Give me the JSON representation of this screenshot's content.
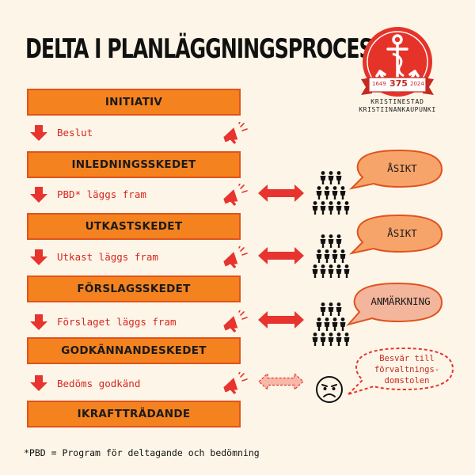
{
  "title": "DELTA I PLANLÄGGNINGSPROCESSEN!",
  "logo": {
    "year_start": "1649",
    "anniversary": "375",
    "year_end": "2024",
    "name_line1": "KRISTINESTAD",
    "name_line2": "KRISTIINANKAUPUNKI"
  },
  "stages": [
    "INITIATIV",
    "INLEDNINGSSKEDET",
    "UTKASTSKEDET",
    "FÖRSLAGSSKEDET",
    "GODKÄNNANDESKEDET",
    "IKRAFTTRÄDANDE"
  ],
  "steps": [
    "Beslut",
    "PBD* läggs fram",
    "Utkast läggs fram",
    "Förslaget läggs fram",
    "Bedöms godkänd"
  ],
  "bubbles": [
    "ÅSIKT",
    "ÅSIKT",
    "ANMÄRKNING"
  ],
  "appeal": {
    "line1": "Besvär till",
    "line2": "förvaltnings-",
    "line3": "domstolen"
  },
  "footnote": "*PBD = Program för deltagande och bedömning",
  "colors": {
    "background": "#fdf6e8",
    "stage_fill": "#f4821f",
    "stage_border": "#e0531d",
    "accent_red": "#e8342e",
    "bubble_fill": "#f7a46a",
    "bubble_pink": "#f3b59c",
    "logo_red": "#e63329"
  }
}
